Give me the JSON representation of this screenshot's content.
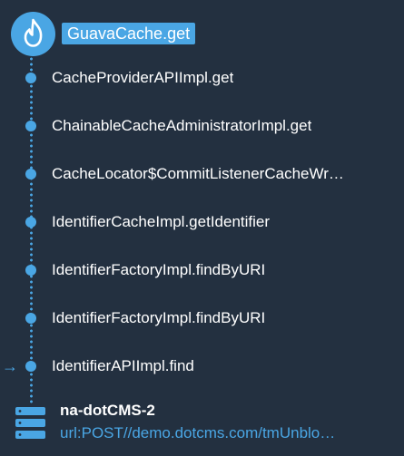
{
  "header": {
    "title": "GuavaCache.get",
    "icon": "flame-icon"
  },
  "frames": [
    {
      "label": "CacheProviderAPIImpl.get",
      "current": false
    },
    {
      "label": "ChainableCacheAdministratorImpl.get",
      "current": false
    },
    {
      "label": "CacheLocator$CommitListenerCacheWr…",
      "current": false
    },
    {
      "label": "IdentifierCacheImpl.getIdentifier",
      "current": false
    },
    {
      "label": "IdentifierFactoryImpl.findByURI",
      "current": false
    },
    {
      "label": "IdentifierFactoryImpl.findByURI",
      "current": false
    },
    {
      "label": "IdentifierAPIImpl.find",
      "current": true
    }
  ],
  "server": {
    "name": "na-dotCMS-2",
    "url": "url:POST//demo.dotcms.com/tmUnblo…",
    "icon": "server-icon"
  },
  "colors": {
    "background": "#233040",
    "accent": "#4aa6e4",
    "text": "#ffffff"
  }
}
